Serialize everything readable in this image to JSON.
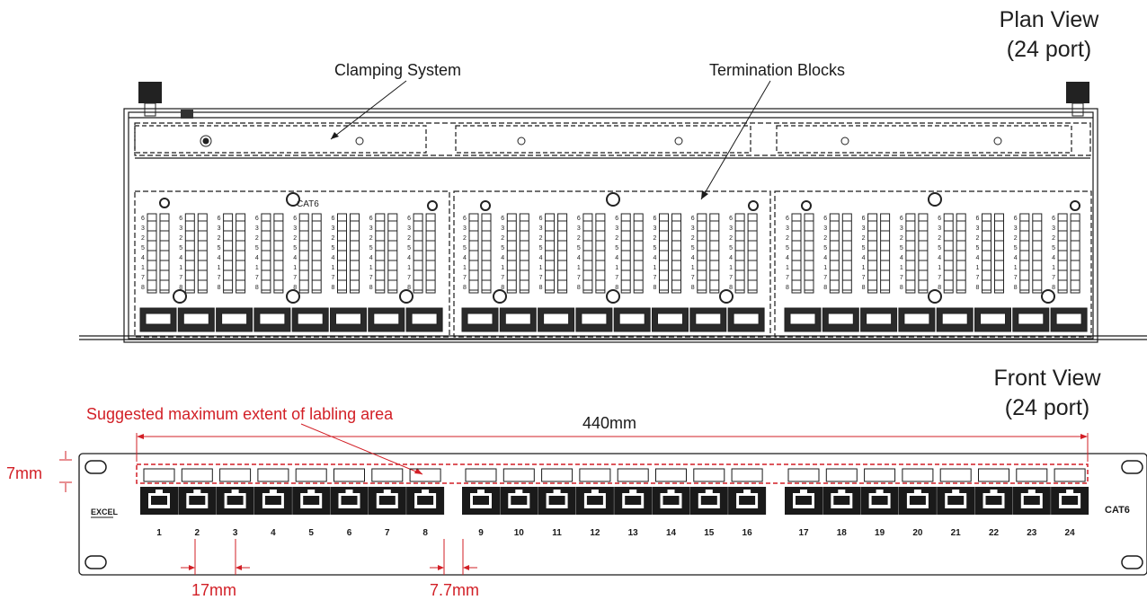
{
  "plan_view": {
    "title": "Plan View",
    "subtitle": "(24 port)",
    "callouts": {
      "clamping": "Clamping System",
      "termination": "Termination Blocks"
    },
    "block_text": "CAT6",
    "block_numbers": [
      "6",
      "3",
      "2",
      "5",
      "4",
      "1",
      "7",
      "8"
    ]
  },
  "front_view": {
    "title": "Front View",
    "subtitle": "(24 port)",
    "label_area_note": "Suggested maximum extent of labling area",
    "dim_overall": "440mm",
    "dim_height": "7mm",
    "dim_pitch": "17mm",
    "dim_gap": "7.7mm",
    "logo": "EXCEL",
    "category": "CAT6",
    "ports": [
      "1",
      "2",
      "3",
      "4",
      "5",
      "6",
      "7",
      "8",
      "9",
      "10",
      "11",
      "12",
      "13",
      "14",
      "15",
      "16",
      "17",
      "18",
      "19",
      "20",
      "21",
      "22",
      "23",
      "24"
    ]
  },
  "colors": {
    "dimension": "#d21f26",
    "line": "#1a1a1a"
  }
}
